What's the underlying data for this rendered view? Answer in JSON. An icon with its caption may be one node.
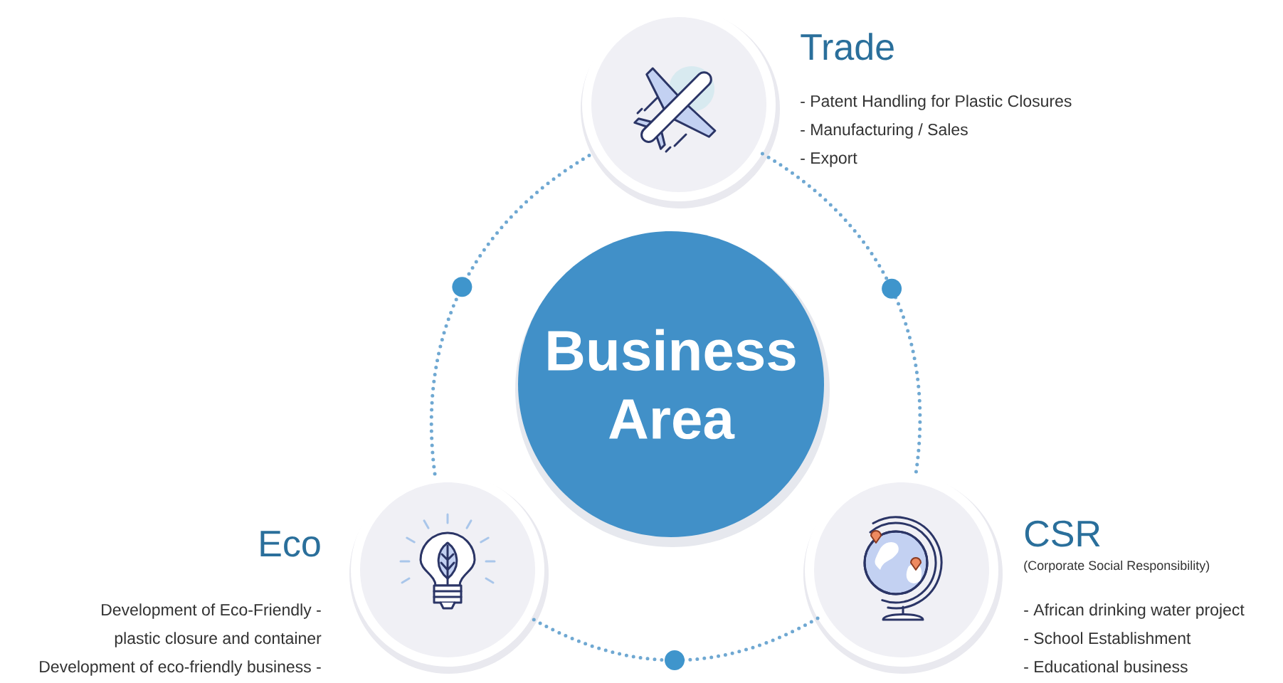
{
  "diagram": {
    "nodes": [
      {
        "text": [
          "Trade"
        ],
        "beside": [
          "- Patent Handling for Plastic Closures",
          "- Manufacturing / Sales",
          "- Export"
        ]
      },
      {
        "text": [
          "Business Area"
        ]
      },
      {
        "text": [
          "Eco"
        ],
        "beside": [
          "Development of Eco-Friendly -",
          "plastic closure and container",
          "Development of eco-friendly business -"
        ]
      },
      {
        "text": [
          "CSR",
          "(Corporate Social Responsibility)"
        ],
        "beside": [
          "- African drinking water project",
          "- School Establishment",
          "- Educational business"
        ]
      }
    ],
    "edges": [
      {
        "from": 0,
        "to": 3,
        "arrow": "none",
        "style": "dashed"
      },
      {
        "from": 3,
        "to": 2,
        "arrow": "none",
        "style": "dashed"
      },
      {
        "from": 2,
        "to": 0,
        "arrow": "none",
        "style": "dashed"
      }
    ]
  }
}
